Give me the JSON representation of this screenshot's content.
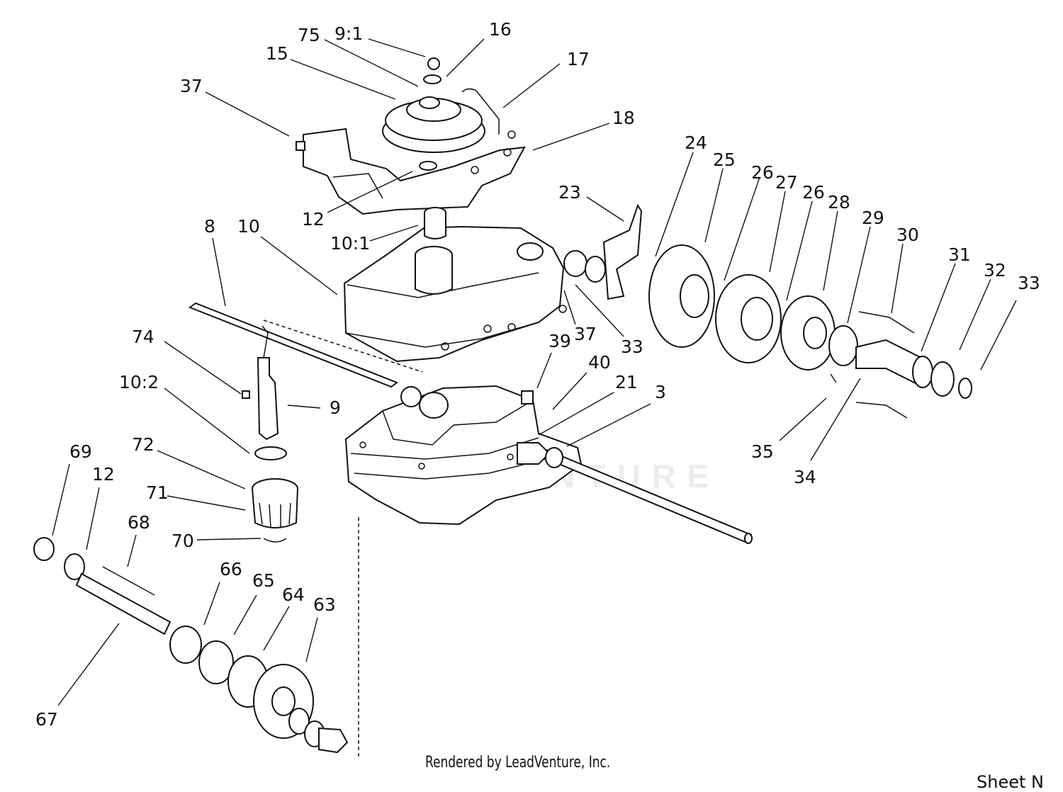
{
  "callouts": [
    {
      "id": "c-9-1",
      "label": "9:1"
    },
    {
      "id": "c-16",
      "label": "16"
    },
    {
      "id": "c-75",
      "label": "75"
    },
    {
      "id": "c-15",
      "label": "15"
    },
    {
      "id": "c-17",
      "label": "17"
    },
    {
      "id": "c-37a",
      "label": "37"
    },
    {
      "id": "c-18",
      "label": "18"
    },
    {
      "id": "c-12a",
      "label": "12"
    },
    {
      "id": "c-10-1",
      "label": "10:1"
    },
    {
      "id": "c-8",
      "label": "8"
    },
    {
      "id": "c-10",
      "label": "10"
    },
    {
      "id": "c-23",
      "label": "23"
    },
    {
      "id": "c-24",
      "label": "24"
    },
    {
      "id": "c-25",
      "label": "25"
    },
    {
      "id": "c-26a",
      "label": "26"
    },
    {
      "id": "c-27",
      "label": "27"
    },
    {
      "id": "c-26b",
      "label": "26"
    },
    {
      "id": "c-28",
      "label": "28"
    },
    {
      "id": "c-29",
      "label": "29"
    },
    {
      "id": "c-30",
      "label": "30"
    },
    {
      "id": "c-31",
      "label": "31"
    },
    {
      "id": "c-32",
      "label": "32"
    },
    {
      "id": "c-33a",
      "label": "33"
    },
    {
      "id": "c-33b",
      "label": "33"
    },
    {
      "id": "c-37b",
      "label": "37"
    },
    {
      "id": "c-39",
      "label": "39"
    },
    {
      "id": "c-40",
      "label": "40"
    },
    {
      "id": "c-21",
      "label": "21"
    },
    {
      "id": "c-3",
      "label": "3"
    },
    {
      "id": "c-74",
      "label": "74"
    },
    {
      "id": "c-10-2",
      "label": "10:2"
    },
    {
      "id": "c-9",
      "label": "9"
    },
    {
      "id": "c-35",
      "label": "35"
    },
    {
      "id": "c-34",
      "label": "34"
    },
    {
      "id": "c-69",
      "label": "69"
    },
    {
      "id": "c-12b",
      "label": "12"
    },
    {
      "id": "c-72",
      "label": "72"
    },
    {
      "id": "c-71",
      "label": "71"
    },
    {
      "id": "c-68",
      "label": "68"
    },
    {
      "id": "c-70",
      "label": "70"
    },
    {
      "id": "c-66",
      "label": "66"
    },
    {
      "id": "c-65",
      "label": "65"
    },
    {
      "id": "c-64",
      "label": "64"
    },
    {
      "id": "c-63",
      "label": "63"
    },
    {
      "id": "c-67",
      "label": "67"
    }
  ],
  "footer": {
    "rendered_by": "Rendered by LeadVenture, Inc.",
    "sheet_label": "Sheet N",
    "watermark": "LEADVENTURE"
  }
}
